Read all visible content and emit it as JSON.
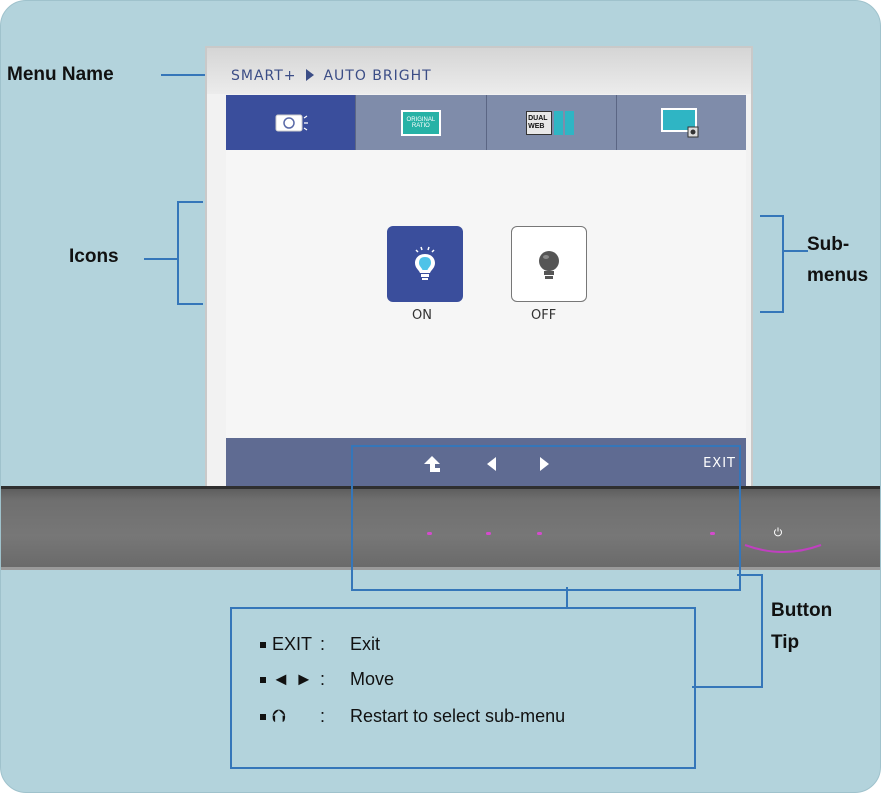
{
  "osd": {
    "title_prefix": "SMART+",
    "title_sep_icon": "triangle-right-icon",
    "title_suffix": "AUTO BRIGHT",
    "tabs": [
      {
        "icon": "auto-bright-icon",
        "label": "",
        "active": true
      },
      {
        "icon": "original-ratio-icon",
        "label": "ORIGINAL RATIO",
        "active": false
      },
      {
        "icon": "dual-web-icon",
        "label": "DUAL WEB",
        "active": false
      },
      {
        "icon": "screen-monitor-icon",
        "label": "",
        "active": false
      }
    ],
    "options": [
      {
        "label": "ON",
        "icon": "lightbulb-on-icon",
        "selected": true
      },
      {
        "label": "OFF",
        "icon": "lightbulb-off-icon",
        "selected": false
      }
    ],
    "button_bar": {
      "icons": [
        "return-up-arrow-icon",
        "left-arrow-icon",
        "right-arrow-icon"
      ],
      "exit_label": "EXIT"
    }
  },
  "callouts": {
    "menu_name": "Menu Name",
    "icons": "Icons",
    "submenus_line1": "Sub-",
    "submenus_line2": "menus",
    "button_tip_line1": "Button",
    "button_tip_line2": "Tip"
  },
  "tips": [
    {
      "key": "EXIT",
      "desc": "Exit"
    },
    {
      "key": "◄ ►",
      "desc": "Move"
    },
    {
      "key": "⮉",
      "desc": "Restart to select sub-menu"
    }
  ],
  "colors": {
    "background": "#b3d3dc",
    "accent": "#3576b9",
    "osd_active": "#3a4e9c",
    "osd_tab": "#7f8caa",
    "bezel": "#6f6f6f",
    "led": "#d44acd"
  }
}
